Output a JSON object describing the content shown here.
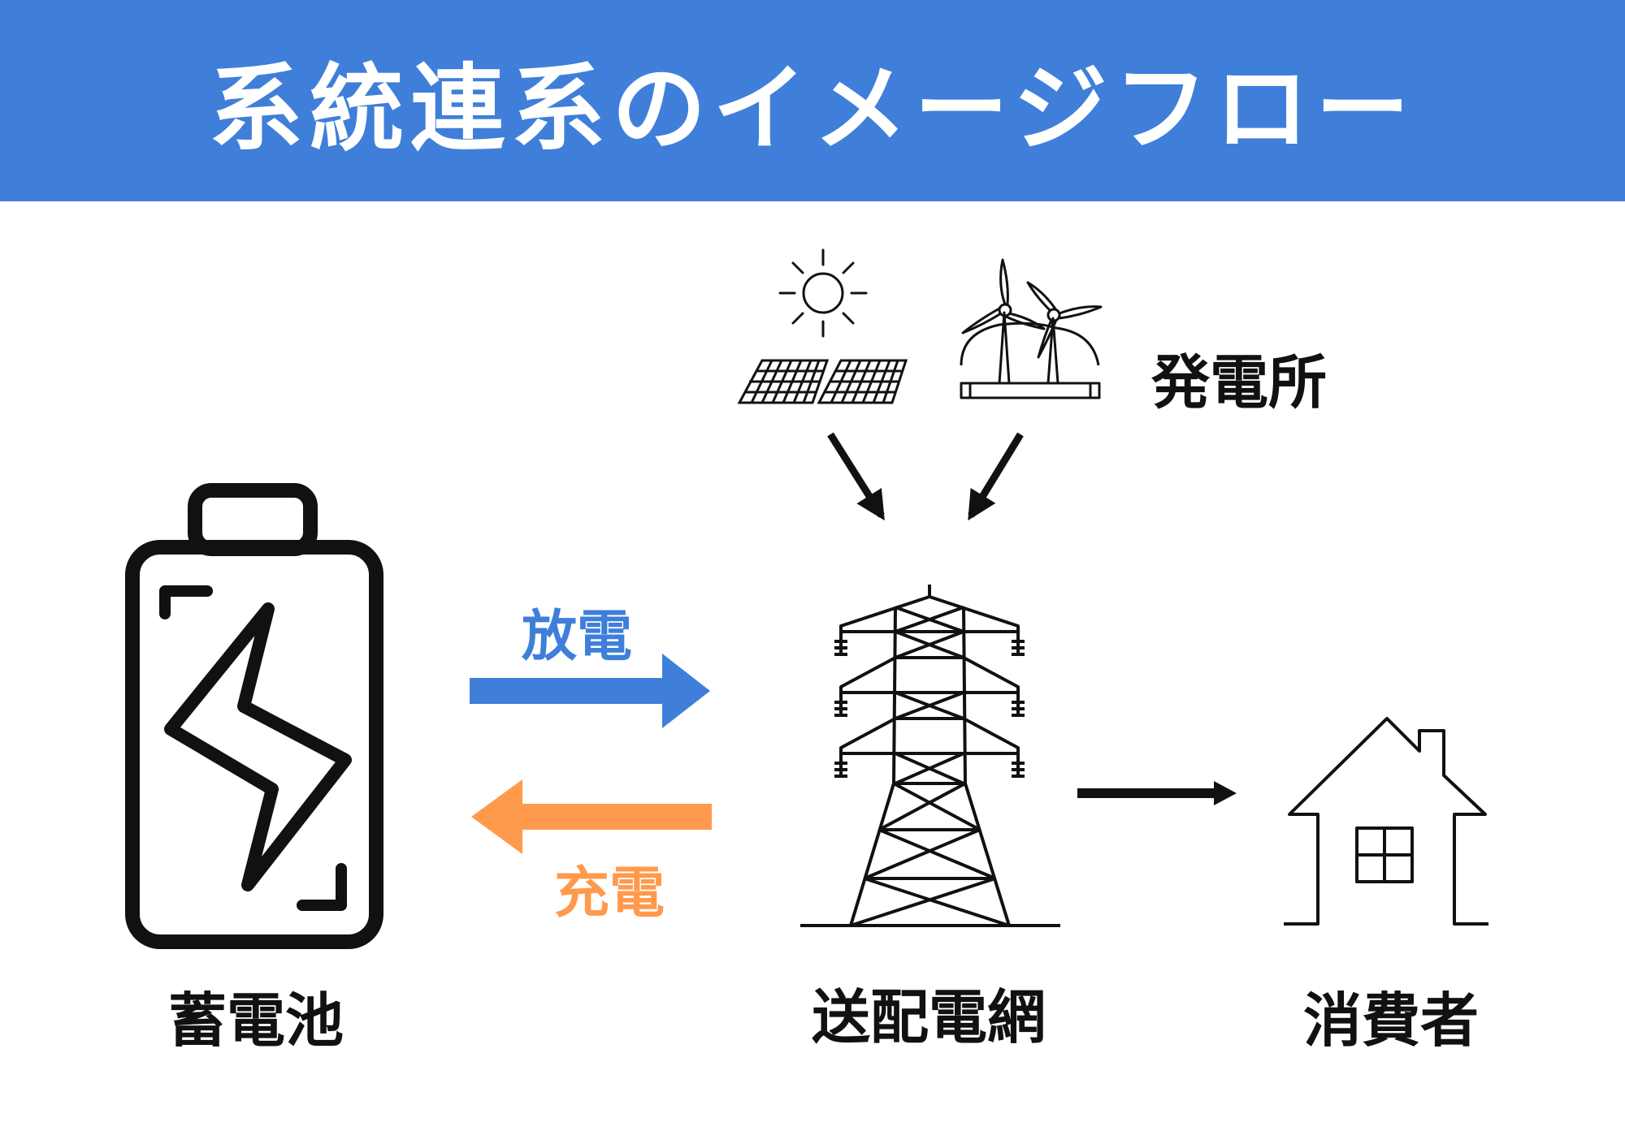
{
  "title": "系統連系のイメージフロー",
  "colors": {
    "header_bg": "#3f7fd9",
    "discharge": "#3f7fd9",
    "charge": "#ff9a4d",
    "ink": "#111111"
  },
  "nodes": {
    "battery": {
      "label": "蓄電池",
      "icon": "battery-icon"
    },
    "grid": {
      "label": "送配電網",
      "icon": "transmission-tower-icon"
    },
    "consumer": {
      "label": "消費者",
      "icon": "house-icon"
    },
    "power_plant": {
      "label": "発電所",
      "icons": [
        "solar-panel-icon",
        "wind-turbine-icon"
      ]
    }
  },
  "edges": {
    "discharge": {
      "label": "放電",
      "from": "battery",
      "to": "grid"
    },
    "charge": {
      "label": "充電",
      "from": "grid",
      "to": "battery"
    },
    "supply": {
      "from": "grid",
      "to": "consumer"
    },
    "generation": {
      "from": "power_plant",
      "to": "grid"
    }
  }
}
